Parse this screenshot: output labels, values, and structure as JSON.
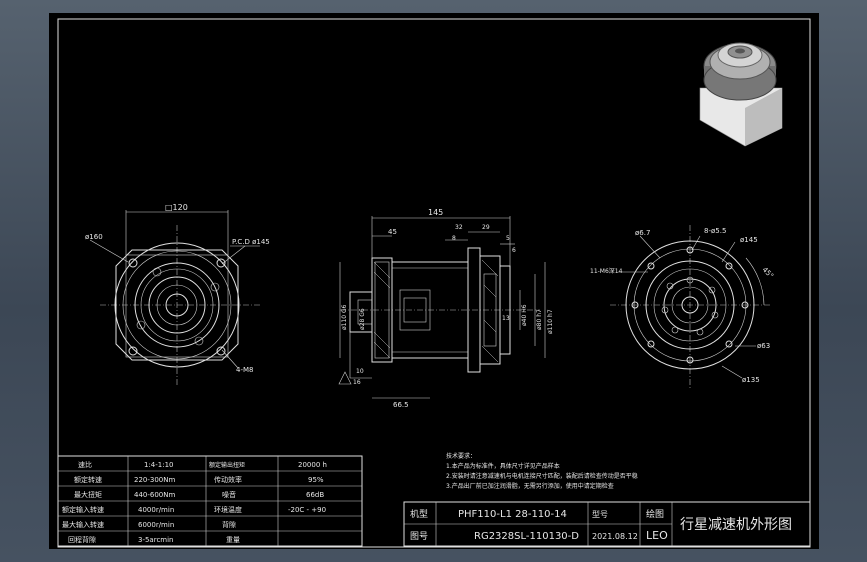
{
  "drawing": {
    "title": "行星减速机外形图",
    "model": "PHF110-L1 28-110-14",
    "model_tag": "型号",
    "part_number": "RG2328SL-110130-D",
    "date_label": "2021.08.12",
    "drawn_label": "绘图",
    "drawn_by": "LEO",
    "row1_label": "机型",
    "row2_label": "图号"
  },
  "dims_left": {
    "width": "□120",
    "dia_outer": "ø160",
    "pcd": "P.C.D ø145",
    "holes": "4-M8"
  },
  "dims_middle": {
    "length": "145",
    "d45": "45",
    "d32": "32",
    "d29": "29",
    "d8": "8",
    "d6": "6",
    "d5": "5",
    "d16": "16",
    "d10": "10",
    "d66_5": "66.5",
    "d13": "13",
    "dia_110g6": "ø110 G6",
    "dia_28g6": "ø28 G6",
    "dia_40": "ø40 H6",
    "dia_80": "ø80 h7",
    "dia_110h7": "ø110 h7"
  },
  "dims_right": {
    "d6_7": "ø6.7",
    "d8_5": "8-ø5.5",
    "d145": "ø145",
    "angle": "45°",
    "m6": "11-M6深14",
    "d63": "ø63",
    "d135": "ø135"
  },
  "notes": [
    "技术要求：",
    "1.本产品为标准件，具体尺寸详见产品样本",
    "2.安装时请注意减速机与电机连接尺寸匹配，装配后请检查传动是否平稳",
    "3.产品出厂前已加注润滑脂，无需另行添加，使用中请定期检查"
  ],
  "spec_table": [
    [
      "速比",
      "1:4-1:10",
      "额定输出扭矩",
      "20000 h"
    ],
    [
      "额定转速",
      "220-300Nm",
      "传动效率",
      "95%"
    ],
    [
      "最大扭矩",
      "440-600Nm",
      "噪音",
      "66dB"
    ],
    [
      "额定输入转速",
      "4000r/min",
      "环境温度",
      "-20C - +90"
    ],
    [
      "最大输入转速",
      "6000r/min",
      "背隙",
      ""
    ],
    [
      "回程背隙",
      "3-5arcmin",
      "重量",
      ""
    ]
  ]
}
